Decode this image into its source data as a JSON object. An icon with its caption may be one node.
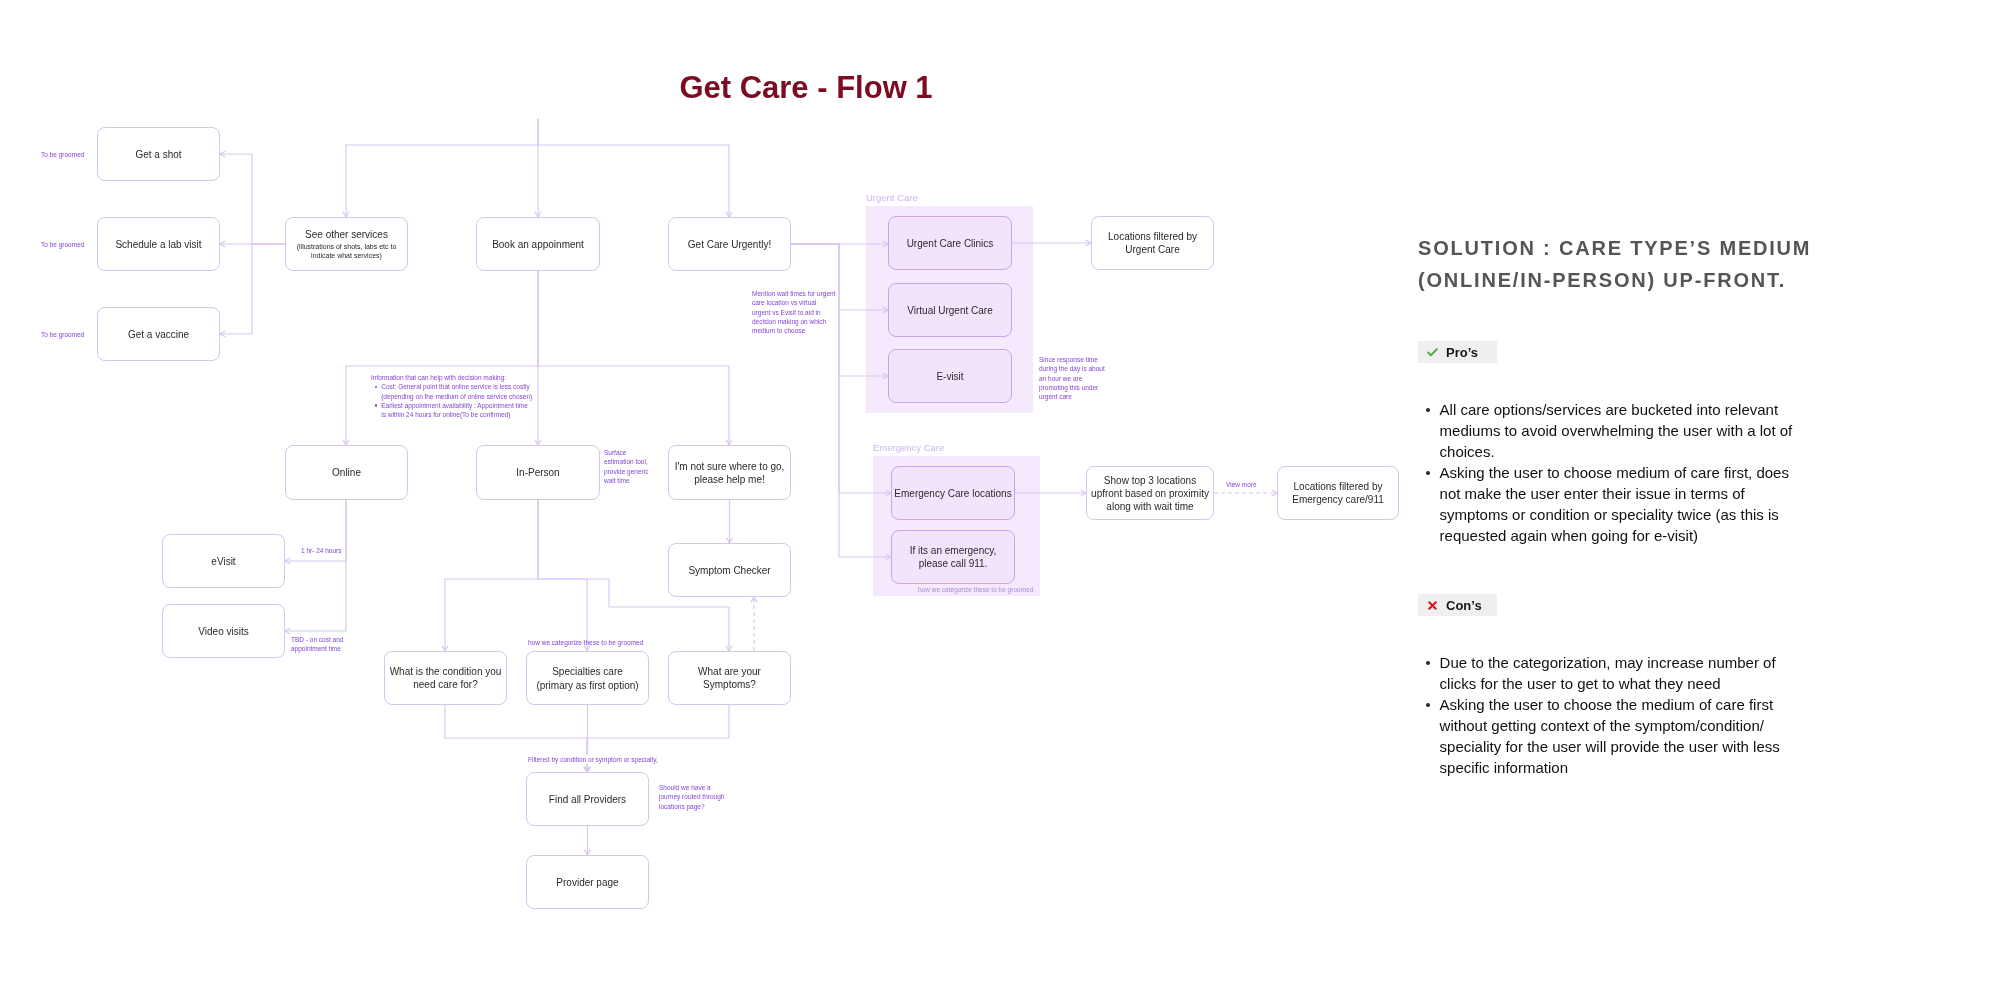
{
  "diagram": {
    "title": "Get Care - Flow 1",
    "nodes": [
      {
        "text": [
          "Get a shot"
        ],
        "beside": [
          "To be groomed"
        ]
      },
      {
        "text": [
          "Schedule a lab visit"
        ],
        "beside": [
          "To be groomed"
        ]
      },
      {
        "text": [
          "Get a vaccine"
        ],
        "beside": [
          "To be groomed"
        ]
      },
      {
        "text": [
          "See other services",
          "(illustrations of shots, labs etc to indicate what services)"
        ]
      },
      {
        "text": [
          "Book an appoinment"
        ]
      },
      {
        "text": [
          "Get Care Urgently!"
        ]
      },
      {
        "text": [
          "Urgent Care"
        ],
        "beside": [
          "Since response time during the day is about an hour we are promoting this under urgent care"
        ]
      },
      {
        "text": [
          "Urgent Care Clinics"
        ],
        "in": 6
      },
      {
        "text": [
          "Virtual Urgent Care"
        ],
        "in": 6
      },
      {
        "text": [
          "E-visit"
        ],
        "in": 6
      },
      {
        "text": [
          "Locations filtered by Urgent Care"
        ]
      },
      {
        "text": [
          "Online"
        ]
      },
      {
        "text": [
          "In-Person"
        ],
        "beside": [
          "Surface estimation tool, provide generic wait time"
        ]
      },
      {
        "text": [
          "I'm not sure where to go, please help me!"
        ]
      },
      {
        "text": [
          "Emergency Care"
        ]
      },
      {
        "text": [
          "Emergency Care locations"
        ],
        "in": 14
      },
      {
        "text": [
          "If its an emergency, please call 911."
        ],
        "in": 14,
        "beside": [
          "how we categorize these to be groomed"
        ]
      },
      {
        "text": [
          "Show top 3 locations upfront based on proximity along with wait time"
        ]
      },
      {
        "text": [
          "Locations filtered by Emergency care/911"
        ]
      },
      {
        "text": [
          "eVisit"
        ]
      },
      {
        "text": [
          "Video visits"
        ]
      },
      {
        "text": [
          "Symptom Checker"
        ]
      },
      {
        "text": [
          "What is the condition you need care for?"
        ]
      },
      {
        "text": [
          "Specialties care",
          "(primary as first option)"
        ],
        "beside": [
          "how we categorize these to be groomed"
        ]
      },
      {
        "text": [
          "What are your Symptoms?"
        ]
      },
      {
        "text": [
          "Find all Providers"
        ],
        "beside": [
          "Should we have a journey routed through locations page?"
        ]
      },
      {
        "text": [
          "Provider page"
        ]
      },
      {
        "text": [
          "Pro’s"
        ]
      },
      {
        "text": [
          "Con’s"
        ]
      }
    ],
    "edges": [
      {
        "from": null,
        "to": 3,
        "arrow": "to"
      },
      {
        "from": null,
        "to": 4,
        "arrow": "to"
      },
      {
        "from": null,
        "to": 5,
        "arrow": "to"
      },
      {
        "from": 3,
        "to": 0,
        "arrow": "to"
      },
      {
        "from": 3,
        "to": 1,
        "arrow": "to"
      },
      {
        "from": 3,
        "to": 2,
        "arrow": "to"
      },
      {
        "from": 4,
        "to": 11,
        "arrow": "to"
      },
      {
        "from": 4,
        "to": 12,
        "arrow": "to"
      },
      {
        "from": 4,
        "to": 13,
        "arrow": "to"
      },
      {
        "from": 5,
        "to": 7,
        "arrow": "to"
      },
      {
        "from": 5,
        "to": 8,
        "arrow": "to"
      },
      {
        "from": 5,
        "to": 9,
        "arrow": "to"
      },
      {
        "from": 5,
        "to": 15,
        "arrow": "to"
      },
      {
        "from": 5,
        "to": 16,
        "arrow": "to"
      },
      {
        "from": 7,
        "to": 10,
        "arrow": "to"
      },
      {
        "from": 15,
        "to": 17,
        "arrow": "to"
      },
      {
        "from": 17,
        "to": 18,
        "arrow": "to",
        "label": "View more",
        "style": "dashed"
      },
      {
        "from": 11,
        "to": 19,
        "arrow": "to",
        "label": "1 hr- 24 hours"
      },
      {
        "from": 11,
        "to": 20,
        "arrow": "to",
        "label": "TBD - on cost and appointment time"
      },
      {
        "from": 13,
        "to": 21,
        "arrow": "to"
      },
      {
        "from": 12,
        "to": 22,
        "arrow": "to"
      },
      {
        "from": 12,
        "to": 23,
        "arrow": "to"
      },
      {
        "from": 12,
        "to": 24,
        "arrow": "to"
      },
      {
        "from": 24,
        "to": 21,
        "arrow": "to",
        "style": "dashed"
      },
      {
        "from": 22,
        "to": 25,
        "arrow": "to"
      },
      {
        "from": 23,
        "to": 25,
        "arrow": "to",
        "label": "Filtered by condition or symptom or specialty,"
      },
      {
        "from": 24,
        "to": 25,
        "arrow": "to"
      },
      {
        "from": 25,
        "to": 26,
        "arrow": "to"
      }
    ],
    "labels": [
      "Information that can help with decision making:",
      "Cost: General point that online service is less costly (depending on the medium of online service chosen)",
      "Earliest appointment availability : Appointment time is within 24 hours for online(To be confirmed)",
      "Mention wait times for urgent care location vs virtual urgent vs Evisit to aid in decision making on which medium to choose",
      "SOLUTION : CARE TYPE’S MEDIUM (ONLINE/IN-PERSON) UP-FRONT.",
      "All care options/services are bucketed into relevant mediums to avoid overwhelming the user with a lot of choices.",
      "Asking the user to choose medium of care first, does not make the user enter their issue in terms of symptoms or condition or speciality twice (as this is requested again when going for e-visit)",
      "Due to the categorization, may increase number of clicks for the user to get to what they need",
      "Asking the user to choose the medium of care first without getting context of the symptom/condition/ speciality for the user will provide the user with less specific information"
    ]
  }
}
